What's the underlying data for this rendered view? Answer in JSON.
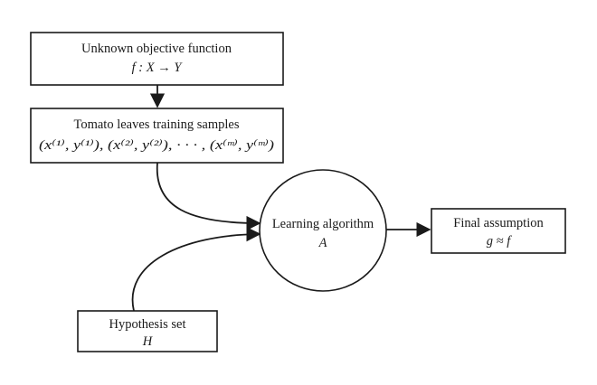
{
  "nodes": {
    "objective": {
      "line1": "Unknown objective function",
      "line2": "f : X → Y"
    },
    "samples": {
      "line1": "Tomato leaves training samples",
      "line2": "(x⁽¹⁾, y⁽¹⁾), (x⁽²⁾, y⁽²⁾), · · · , (x⁽ᵐ⁾, y⁽ᵐ⁾)"
    },
    "algorithm": {
      "line1": "Learning algorithm",
      "line2": "A"
    },
    "assumption": {
      "line1": "Final assumption",
      "line2": "g ≈ f"
    },
    "hypothesis": {
      "line1": "Hypothesis set",
      "line2": "H"
    }
  },
  "edges": [
    {
      "from": "objective",
      "to": "samples"
    },
    {
      "from": "samples",
      "to": "algorithm"
    },
    {
      "from": "hypothesis",
      "to": "algorithm"
    },
    {
      "from": "algorithm",
      "to": "assumption"
    }
  ],
  "colors": {
    "stroke": "#1a1a1a",
    "background": "#ffffff"
  }
}
